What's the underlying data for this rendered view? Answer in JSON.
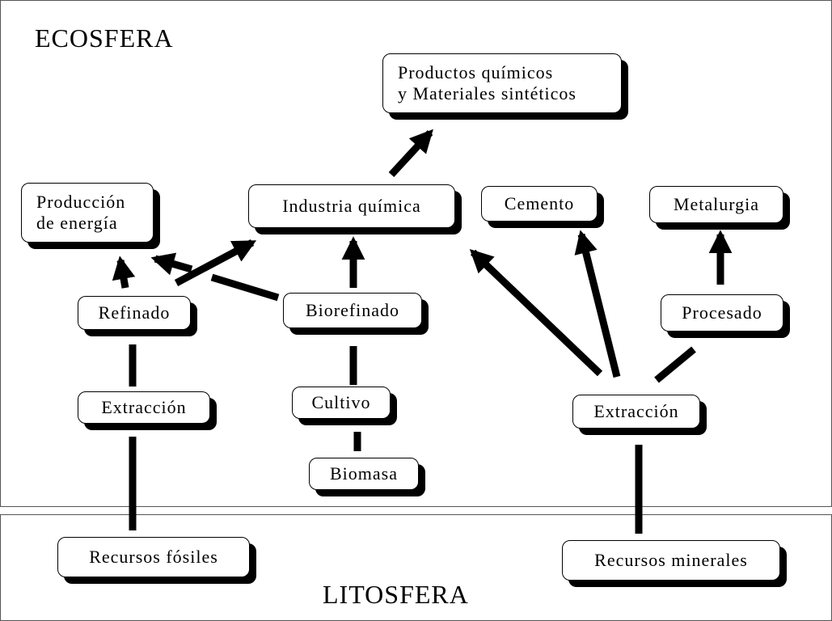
{
  "regions": {
    "ecosphere": "ECOSFERA",
    "lithosphere": "LITOSFERA"
  },
  "nodes": {
    "productos": "Productos químicos\ny Materiales sintéticos",
    "produccion_energia": "Producción\nde energía",
    "industria_quimica": "Industria química",
    "cemento": "Cemento",
    "metalurgia": "Metalurgia",
    "refinado": "Refinado",
    "biorefinado": "Biorefinado",
    "procesado": "Procesado",
    "extraccion_fosil": "Extracción",
    "cultivo": "Cultivo",
    "extraccion_mineral": "Extracción",
    "biomasa": "Biomasa",
    "recursos_fosiles": "Recursos fósiles",
    "recursos_minerales": "Recursos minerales"
  },
  "colors": {
    "line": "#000000",
    "box_fill": "#ffffff",
    "shadow": "#000000"
  }
}
